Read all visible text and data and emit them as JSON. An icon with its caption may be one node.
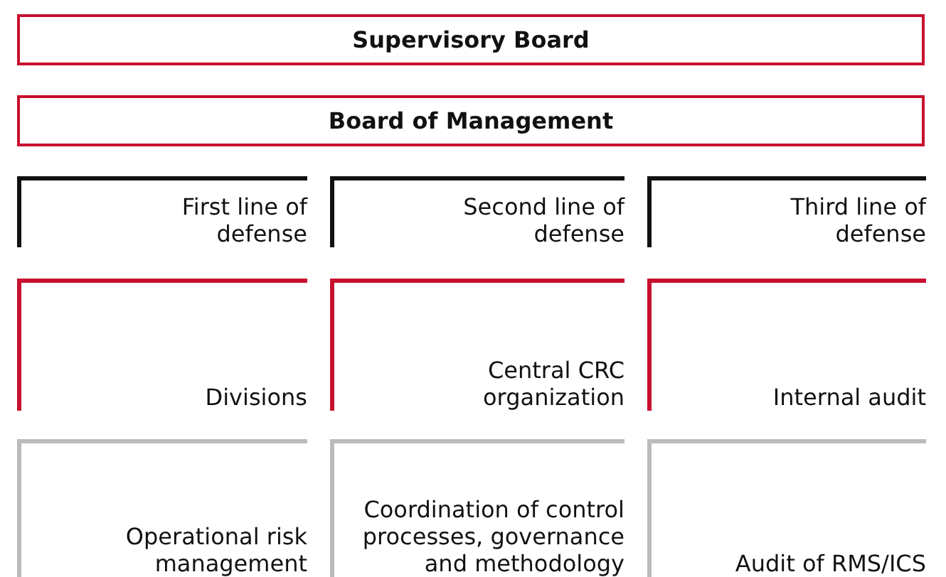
{
  "diagram": {
    "nodes": [
      {
        "text": [
          "Supervisory Board"
        ]
      },
      {
        "text": [
          "Board of Management"
        ]
      },
      {
        "text": [
          "First line of defense"
        ]
      },
      {
        "text": [
          "Second line of defense"
        ]
      },
      {
        "text": [
          "Third line of defense"
        ]
      },
      {
        "text": [
          "Divisions"
        ]
      },
      {
        "text": [
          "Central CRC organization"
        ]
      },
      {
        "text": [
          "Internal audit"
        ]
      },
      {
        "text": [
          "Operational risk management"
        ]
      },
      {
        "text": [
          "Coordination of control processes, governance and methodology"
        ]
      },
      {
        "text": [
          "Audit of RMS/ICS"
        ]
      }
    ]
  }
}
